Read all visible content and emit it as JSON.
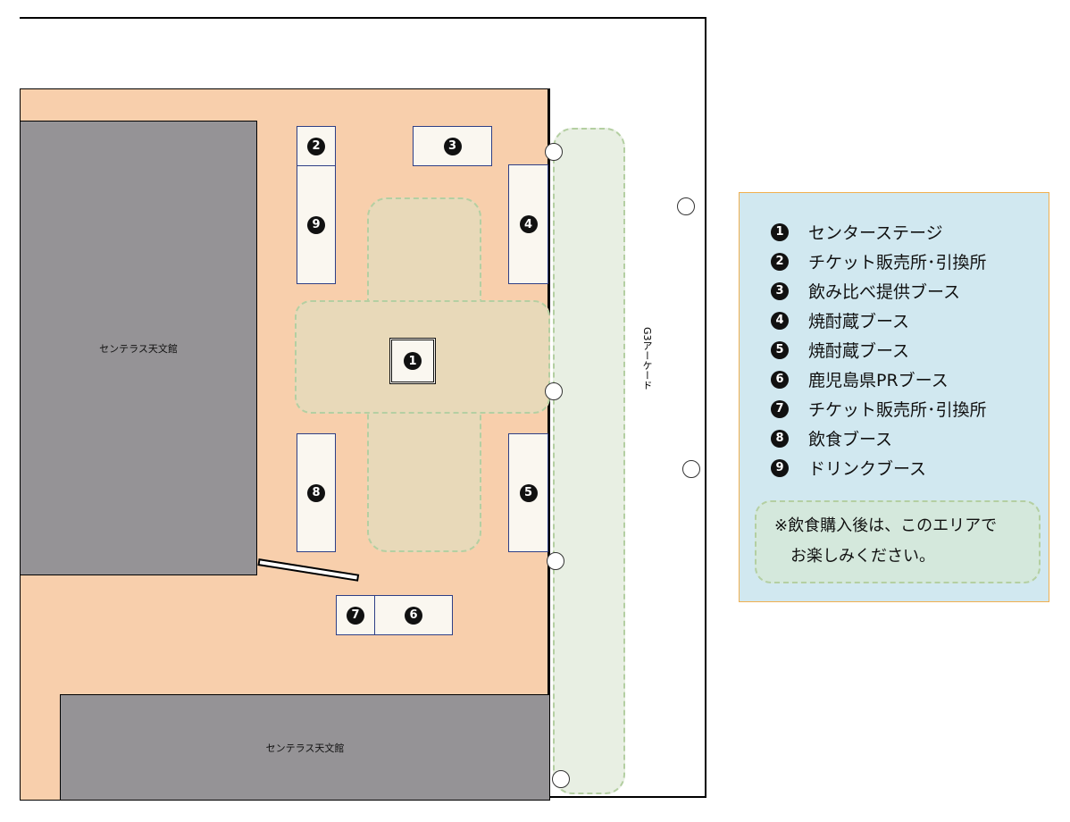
{
  "buildings": {
    "left": "センテラス天文館",
    "bottom": "センテラス天文館"
  },
  "arcade_label": "G3アーケード",
  "booth_numbers": {
    "1": "1",
    "2": "2",
    "3": "3",
    "4": "4",
    "5": "5",
    "6": "6",
    "7": "7",
    "8": "8",
    "9": "9"
  },
  "legend": {
    "items": [
      {
        "num": "1",
        "label": "センターステージ"
      },
      {
        "num": "2",
        "label": "チケット販売所･引換所"
      },
      {
        "num": "3",
        "label": "飲み比べ提供ブース"
      },
      {
        "num": "4",
        "label": "焼酎蔵ブース"
      },
      {
        "num": "5",
        "label": "焼酎蔵ブース"
      },
      {
        "num": "6",
        "label": "鹿児島県PRブース"
      },
      {
        "num": "7",
        "label": "チケット販売所･引換所"
      },
      {
        "num": "8",
        "label": "飲食ブース"
      },
      {
        "num": "9",
        "label": "ドリンクブース"
      }
    ],
    "note_line1": "※飲食購入後は、このエリアで",
    "note_line2": "お楽しみください。"
  },
  "colors": {
    "venue": "#f8cfac",
    "building": "#959396",
    "stage_area": "#e8d9b9",
    "arcade": "#e8efe3",
    "legend_bg": "#d1e8f0",
    "legend_border": "#f0b050"
  }
}
